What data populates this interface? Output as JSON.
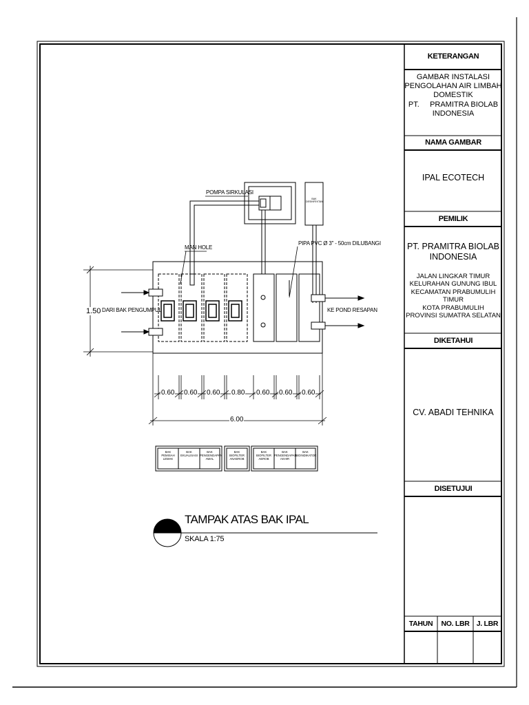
{
  "title_block": {
    "keterangan_header": "KETERANGAN",
    "keterangan_lines": [
      "GAMBAR INSTALASI",
      "PENGOLAHAN AIR LIMBAH",
      "DOMESTIK",
      "PT.     PRAMITRA BIOLAB",
      "INDONESIA"
    ],
    "nama_gambar_header": "NAMA GAMBAR",
    "nama_gambar": "IPAL ECOTECH",
    "pemilik_header": "PEMILIK",
    "pemilik_name_lines": [
      "PT. PRAMITRA BIOLAB",
      "INDONESIA"
    ],
    "pemilik_address_lines": [
      "JALAN LINGKAR TIMUR",
      "KELURAHAN GUNUNG IBUL",
      "KECAMATAN PRABUMULIH TIMUR",
      "KOTA PRABUMULIH",
      "PROVINSI SUMATRA SELATAN"
    ],
    "diketahui_header": "DIKETAHUI",
    "diketahui": "CV. ABADI TEHNIKA",
    "disetujui_header": "DISETUJUI",
    "tahun_header": "TAHUN",
    "no_lbr_header": "NO. LBR",
    "j_lbr_header": "J. LBR"
  },
  "drawing": {
    "pompa_label": "POMPA SIRKULASI",
    "bak_desinfektan_label": "BAK DESINFEKTAN",
    "pipa_label": "PIPA PVC Ø 3\" - 50cm DILUBANGI",
    "manhole_label": "MAN HOLE",
    "inlet_label": "DARI BAK PENGUMPUL",
    "outlet_label": "KE POND RESAPAN",
    "height_dim": "1.50",
    "segment_dims": [
      "0.60",
      "0.60",
      "0.60",
      "0.80",
      "0.60",
      "0.60",
      "0.60"
    ],
    "total_dim": "6.00",
    "chamber_legends": [
      [
        "BAK",
        "PEMISAH LEMAK"
      ],
      [
        "BAK",
        "EKUALISASI"
      ],
      [
        "BAK",
        "PENGENDAPAN",
        "AWAL"
      ],
      [
        "BAK",
        "BIOFILTER",
        "ANAEROB"
      ],
      [
        "BAK",
        "BIOFILTER",
        "AEROB"
      ],
      [
        "BAK",
        "PENGENDAPAN",
        "AKHIR"
      ],
      [
        "BAK",
        "BIOINDIKATOR"
      ]
    ],
    "view_title": "TAMPAK ATAS BAK IPAL",
    "view_scale": "SKALA 1:75"
  }
}
